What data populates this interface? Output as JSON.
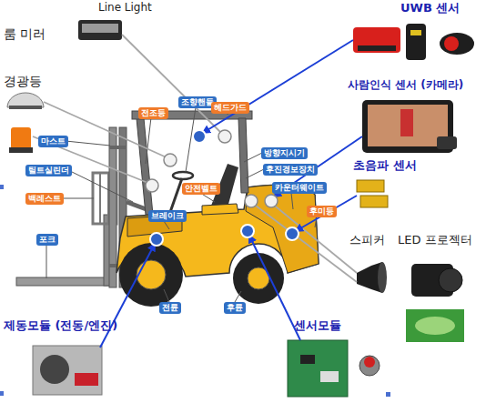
{
  "diagram": {
    "nodes": [
      {
        "text": [
          "조향핸들"
        ]
      },
      {
        "text": [
          "헤드가드"
        ]
      },
      {
        "text": [
          "전조등"
        ]
      },
      {
        "text": [
          "마스트"
        ]
      },
      {
        "text": [
          "방향지시기"
        ]
      },
      {
        "text": [
          "틸트실린더"
        ]
      },
      {
        "text": [
          "후진경보장치"
        ]
      },
      {
        "text": [
          "카운터웨이트"
        ]
      },
      {
        "text": [
          "안전벨트"
        ]
      },
      {
        "text": [
          "백레스트"
        ]
      },
      {
        "text": [
          "후미등"
        ]
      },
      {
        "text": [
          "브레이크"
        ]
      },
      {
        "text": [
          "포크"
        ]
      },
      {
        "text": [
          "전륜"
        ]
      },
      {
        "text": [
          "후륜"
        ]
      }
    ],
    "labels": [
      "Line Light",
      "룸 미러",
      "경광등",
      "UWB 센서",
      "사람인식 센서 (카메라)",
      "초음파 센서",
      "스피커",
      "LED 프로젝터",
      "제동모듈 (전동/엔진)",
      "센서모듈"
    ]
  }
}
